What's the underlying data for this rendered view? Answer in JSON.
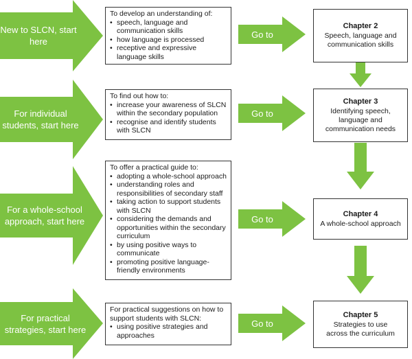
{
  "colors": {
    "arrow": "#7dc242",
    "text_on_arrow": "#ffffff",
    "border": "#333333"
  },
  "rows": [
    {
      "start_label": "New to SLCN, start here",
      "intro": "To develop an understanding of:",
      "bullets": [
        "speech, language and communication skills",
        "how language is processed",
        "receptive and expressive language skills"
      ],
      "go_label": "Go to",
      "chapter_title": "Chapter 2",
      "chapter_text": "Speech, language and communication skills"
    },
    {
      "start_label": "For individual students, start here",
      "intro": "To find out how to:",
      "bullets": [
        "increase your awareness of SLCN within the secondary population",
        "recognise and identify students with SLCN"
      ],
      "go_label": "Go to",
      "chapter_title": "Chapter 3",
      "chapter_text": "Identifying speech, language and communication needs"
    },
    {
      "start_label": "For a whole-school approach, start here",
      "intro": "To offer a practical guide to:",
      "bullets": [
        "adopting a whole-school approach",
        "understanding roles and responsibilities of secondary staff",
        "taking action to support students with SLCN",
        "considering the demands and opportunities within the secondary curriculum",
        "by using positive ways to communicate",
        "promoting positive language-friendly environments"
      ],
      "go_label": "Go to",
      "chapter_title": "Chapter 4",
      "chapter_text": "A whole-school approach"
    },
    {
      "start_label": "For practical strategies, start here",
      "intro": "For practical suggestions on how to support students with SLCN:",
      "bullets": [
        "using positive strategies and approaches"
      ],
      "go_label": "Go to",
      "chapter_title": "Chapter 5",
      "chapter_text": "Strategies to use across the curriculum"
    }
  ]
}
